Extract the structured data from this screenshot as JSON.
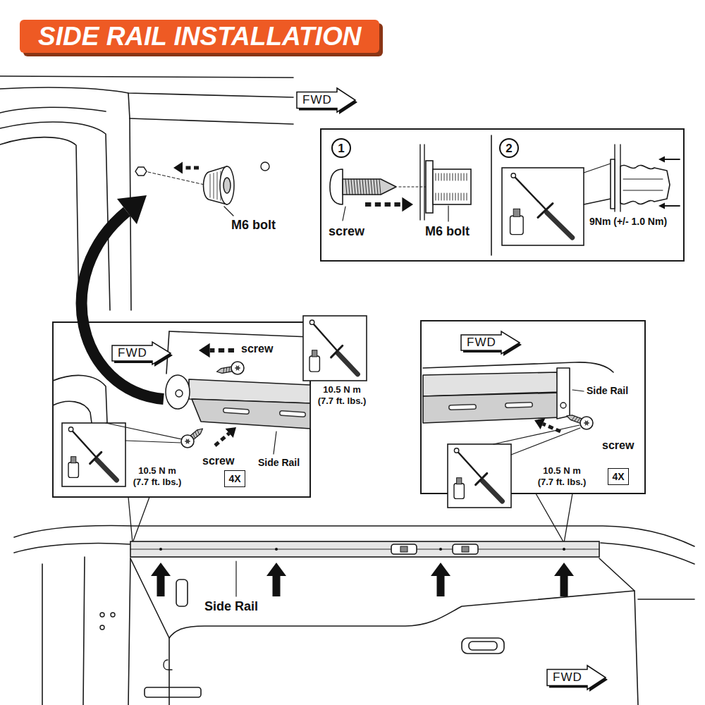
{
  "diagram": {
    "title": "SIDE RAIL INSTALLATION",
    "nodes": [
      {
        "text": [
          "FWD"
        ]
      },
      {
        "text": [
          "1"
        ]
      },
      {
        "text": [
          "2"
        ]
      },
      {
        "text": [
          "FWD"
        ]
      },
      {
        "text": [
          "4X"
        ]
      },
      {
        "text": [
          "FWD"
        ]
      },
      {
        "text": [
          "4X"
        ]
      },
      {
        "text": [
          "FWD"
        ]
      }
    ],
    "labels": [
      "M6 bolt",
      "screw",
      "M6 bolt",
      "9Nm (+/- 1.0 Nm)",
      "screw",
      "10.5 N m (7.7 ft. lbs.)",
      "screw",
      "10.5 N m (7.7 ft. lbs.)",
      "Side Rail",
      "Side Rail",
      "screw",
      "10.5 N m (7.7 ft. lbs.)",
      "Side Rail"
    ]
  }
}
